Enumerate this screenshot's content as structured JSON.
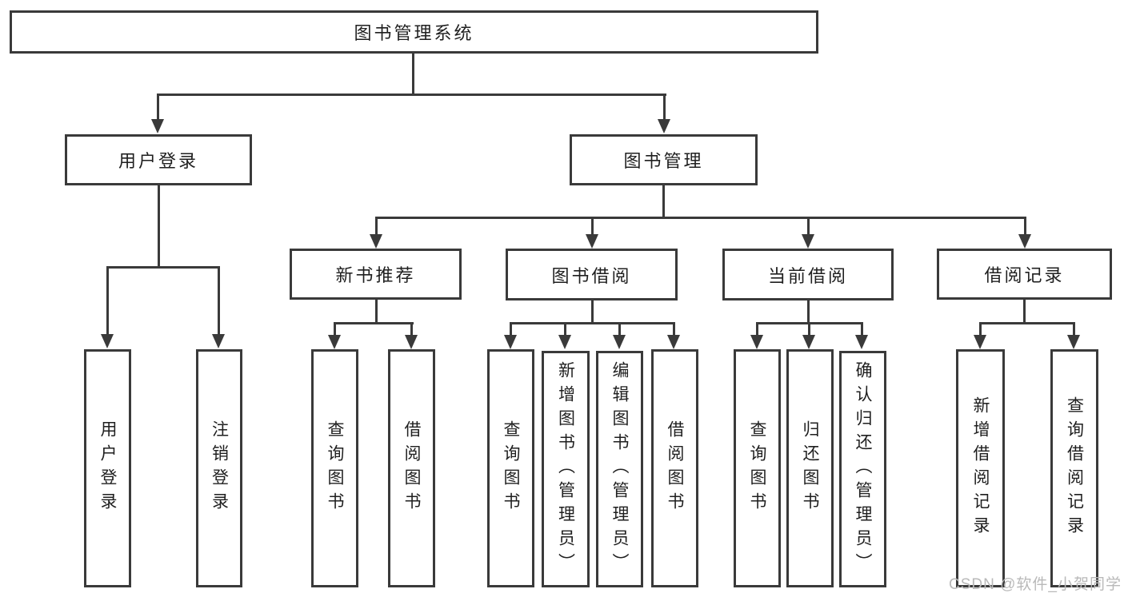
{
  "colors": {
    "line": "#3a3a3a",
    "text": "#1f1f1f",
    "background": "#ffffff",
    "watermark": "#b9b9b9"
  },
  "tree": {
    "root": {
      "label": "图书管理系统"
    },
    "branches": [
      {
        "label": "用户登录",
        "children": [
          {
            "label": "用户登录"
          },
          {
            "label": "注销登录"
          }
        ]
      },
      {
        "label": "图书管理",
        "children": [
          {
            "label": "新书推荐",
            "children": [
              {
                "label": "查询图书"
              },
              {
                "label": "借阅图书"
              }
            ]
          },
          {
            "label": "图书借阅",
            "children": [
              {
                "label": "查询图书"
              },
              {
                "label": "新增图书（管理员）"
              },
              {
                "label": "编辑图书（管理员）"
              },
              {
                "label": "借阅图书"
              }
            ]
          },
          {
            "label": "当前借阅",
            "children": [
              {
                "label": "查询图书"
              },
              {
                "label": "归还图书"
              },
              {
                "label": "确认归还（管理员）"
              }
            ]
          },
          {
            "label": "借阅记录",
            "children": [
              {
                "label": "新增借阅记录"
              },
              {
                "label": "查询借阅记录"
              }
            ]
          }
        ]
      }
    ]
  },
  "watermark": "CSDN @软件_小贺同学"
}
